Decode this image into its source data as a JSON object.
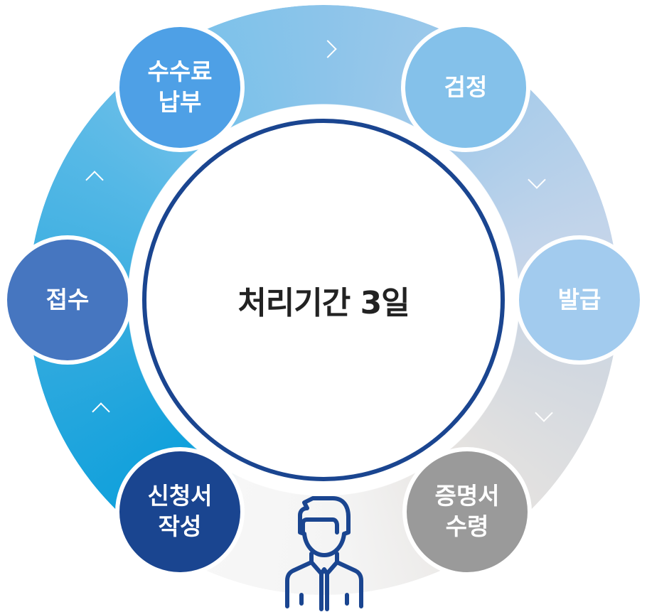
{
  "center_label": "처리기간 3일",
  "steps": [
    {
      "label": "신청서\n작성",
      "color": "#1a4590"
    },
    {
      "label": "접수",
      "color": "#4676c0"
    },
    {
      "label": "수수료\n납부",
      "color": "#4ea0e6"
    },
    {
      "label": "검정",
      "color": "#84c1ea"
    },
    {
      "label": "발급",
      "color": "#a2cbee"
    },
    {
      "label": "증명서\n수령",
      "color": "#9a9a9a"
    }
  ],
  "colors": {
    "accent": "#1a4590"
  }
}
